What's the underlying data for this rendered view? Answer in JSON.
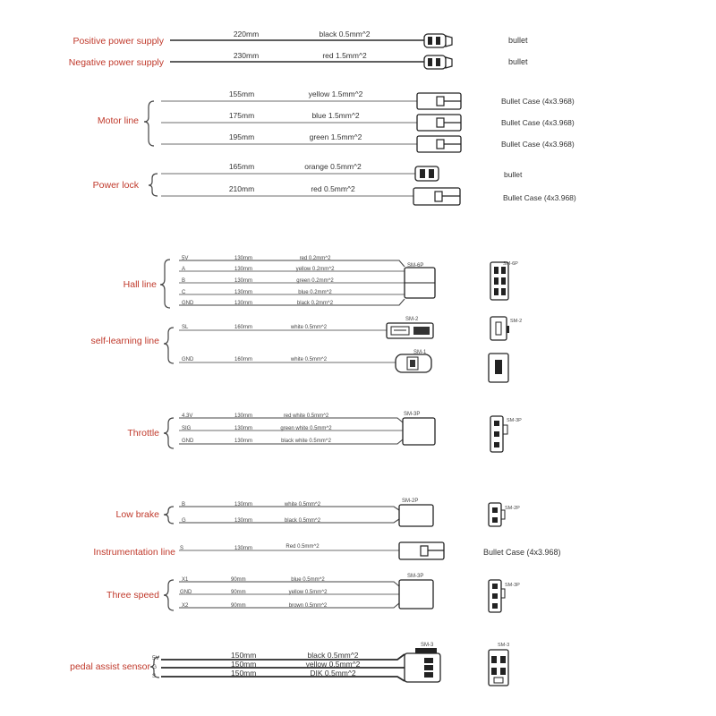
{
  "groups": [
    {
      "id": "positive",
      "label": "Positive power supply",
      "wires": [
        {
          "length": "220mm",
          "spec": "black 0.5mm^2"
        }
      ],
      "connector_labels": [
        "bullet"
      ]
    },
    {
      "id": "negative",
      "label": "Negative power supply",
      "wires": [
        {
          "length": "230mm",
          "spec": "red 1.5mm^2"
        }
      ],
      "connector_labels": [
        "bullet"
      ]
    },
    {
      "id": "motor",
      "label": "Motor line",
      "wires": [
        {
          "length": "155mm",
          "spec": "yellow 1.5mm^2"
        },
        {
          "length": "175mm",
          "spec": "blue 1.5mm^2"
        },
        {
          "length": "195mm",
          "spec": "green 1.5mm^2"
        }
      ],
      "connector_labels": [
        "Bullet Case (4x3.968)",
        "Bullet Case (4x3.968)",
        "Bullet Case (4x3.968)"
      ]
    },
    {
      "id": "powerlock",
      "label": "Power lock",
      "wires": [
        {
          "length": "165mm",
          "spec": "orange 0.5mm^2"
        },
        {
          "length": "210mm",
          "spec": "red 0.5mm^2"
        }
      ],
      "connector_labels": [
        "bullet",
        "Bullet Case (4x3.968)"
      ]
    },
    {
      "id": "hall",
      "label": "Hall line",
      "wires": [
        {
          "pin": "5V",
          "length": "130mm",
          "spec": "red 0.2mm^2"
        },
        {
          "pin": "A",
          "length": "130mm",
          "spec": "yellow 0.2mm^2"
        },
        {
          "pin": "B",
          "length": "130mm",
          "spec": "green 0.2mm^2"
        },
        {
          "pin": "C",
          "length": "130mm",
          "spec": "blue 0.2mm^2"
        },
        {
          "pin": "GND",
          "length": "130mm",
          "spec": "black 0.2mm^2"
        }
      ],
      "connector_code": "SM-6P",
      "connector_view_code": "SM-6P"
    },
    {
      "id": "selflearning",
      "label": "self-learning line",
      "wires": [
        {
          "pin": "SL",
          "length": "160mm",
          "spec": "white 0.5mm^2"
        },
        {
          "pin": "GND",
          "length": "160mm",
          "spec": "white 0.5mm^2"
        }
      ],
      "connector_codes": [
        "SM-2",
        "SM-1"
      ],
      "connector_view_codes": [
        "SM-2",
        ""
      ]
    },
    {
      "id": "throttle",
      "label": "Throttle",
      "wires": [
        {
          "pin": "4.3V",
          "length": "130mm",
          "spec": "red white 0.5mm^2"
        },
        {
          "pin": "SIG",
          "length": "130mm",
          "spec": "green white 0.5mm^2"
        },
        {
          "pin": "GND",
          "length": "130mm",
          "spec": "black white 0.5mm^2"
        }
      ],
      "connector_code": "SM-3P",
      "connector_view_code": "SM-3P"
    },
    {
      "id": "lowbrake",
      "label": "Low brake",
      "wires": [
        {
          "pin": "B",
          "length": "130mm",
          "spec": "white 0.5mm^2"
        },
        {
          "pin": "G",
          "length": "130mm",
          "spec": "black 0.5mm^2"
        }
      ],
      "connector_code": "SM-2P",
      "connector_view_code": "SM-2P"
    },
    {
      "id": "instrumentation",
      "label": "Instrumentation line",
      "wires": [
        {
          "pin": "S",
          "length": "130mm",
          "spec": "Red 0.5mm^2"
        }
      ],
      "connector_labels": [
        "Bullet Case (4x3.968)"
      ]
    },
    {
      "id": "threespeed",
      "label": "Three speed",
      "wires": [
        {
          "pin": "X1",
          "length": "90mm",
          "spec": "blue 0.5mm^2"
        },
        {
          "pin": "GND",
          "length": "90mm",
          "spec": "yellow 0.5mm^2"
        },
        {
          "pin": "X2",
          "length": "90mm",
          "spec": "brown 0.5mm^2"
        }
      ],
      "connector_code": "SM-3P",
      "connector_view_code": "SM-3P"
    },
    {
      "id": "pas",
      "label": "pedal assist sensor",
      "wires": [
        {
          "pin": "5V",
          "length": "150mm",
          "spec": "black 0.5mm^2"
        },
        {
          "pin": "G",
          "length": "150mm",
          "spec": "yellow 0.5mm^2"
        },
        {
          "pin": "S",
          "length": "150mm",
          "spec": "DIK 0.5mm^2"
        }
      ],
      "connector_code": "SM-3",
      "connector_view_code": "SM-3"
    }
  ]
}
